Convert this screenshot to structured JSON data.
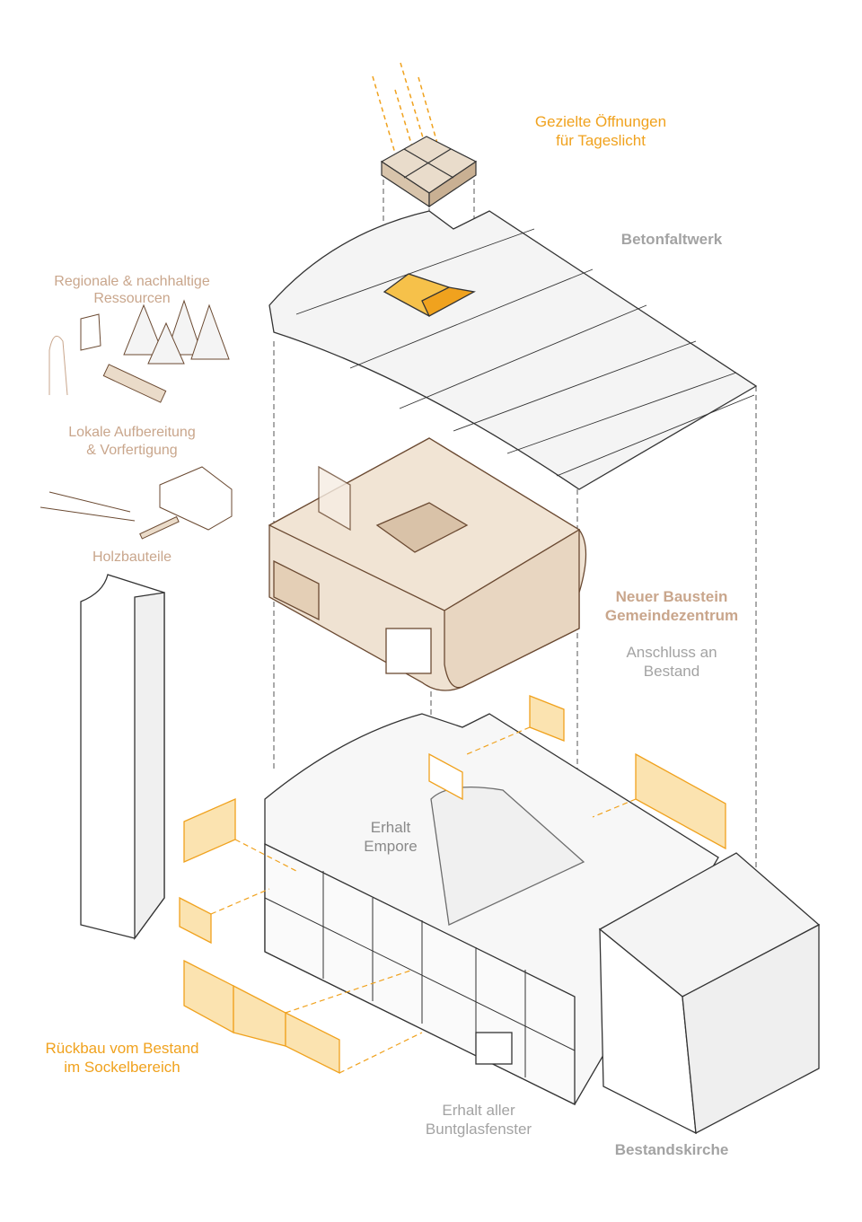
{
  "labels": {
    "skylight": [
      "Gezielte Öffnungen",
      "für Tageslicht"
    ],
    "roof": "Betonfaltwerk",
    "resources": [
      "Regionale & nachhaltige",
      "Ressourcen"
    ],
    "processing": [
      "Lokale Aufbereitung",
      "& Vorfertigung"
    ],
    "timber": "Holzbauteile",
    "new_block": [
      "Neuer Baustein",
      "Gemeindezentrum"
    ],
    "connection": [
      "Anschluss an",
      "Bestand"
    ],
    "gallery": [
      "Erhalt",
      "Empore"
    ],
    "demolition": [
      "Rückbau vom Bestand",
      "im Sockelbereich"
    ],
    "windows": [
      "Erhalt aller",
      "Buntglasfenster"
    ],
    "church": "Bestandskirche"
  },
  "colors": {
    "accent_orange": "#f0a21e",
    "timber_tan": "#c9a68c",
    "label_grey": "#a3a3a3",
    "line": "#333333"
  }
}
